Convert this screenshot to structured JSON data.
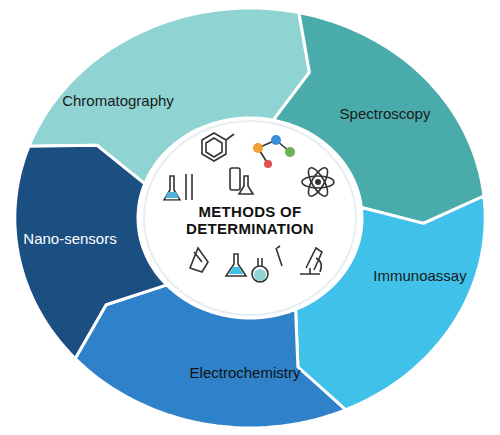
{
  "diagram": {
    "nodes": [
      {
        "text": [
          "Chromatography"
        ]
      },
      {
        "text": [
          "Spectroscopy"
        ]
      },
      {
        "text": [
          "Immunoassay"
        ]
      },
      {
        "text": [
          "Electrochemistry"
        ]
      },
      {
        "text": [
          "Nano-sensors"
        ]
      },
      {
        "text": [
          "METHODS OF DETERMINATION"
        ]
      }
    ]
  }
}
